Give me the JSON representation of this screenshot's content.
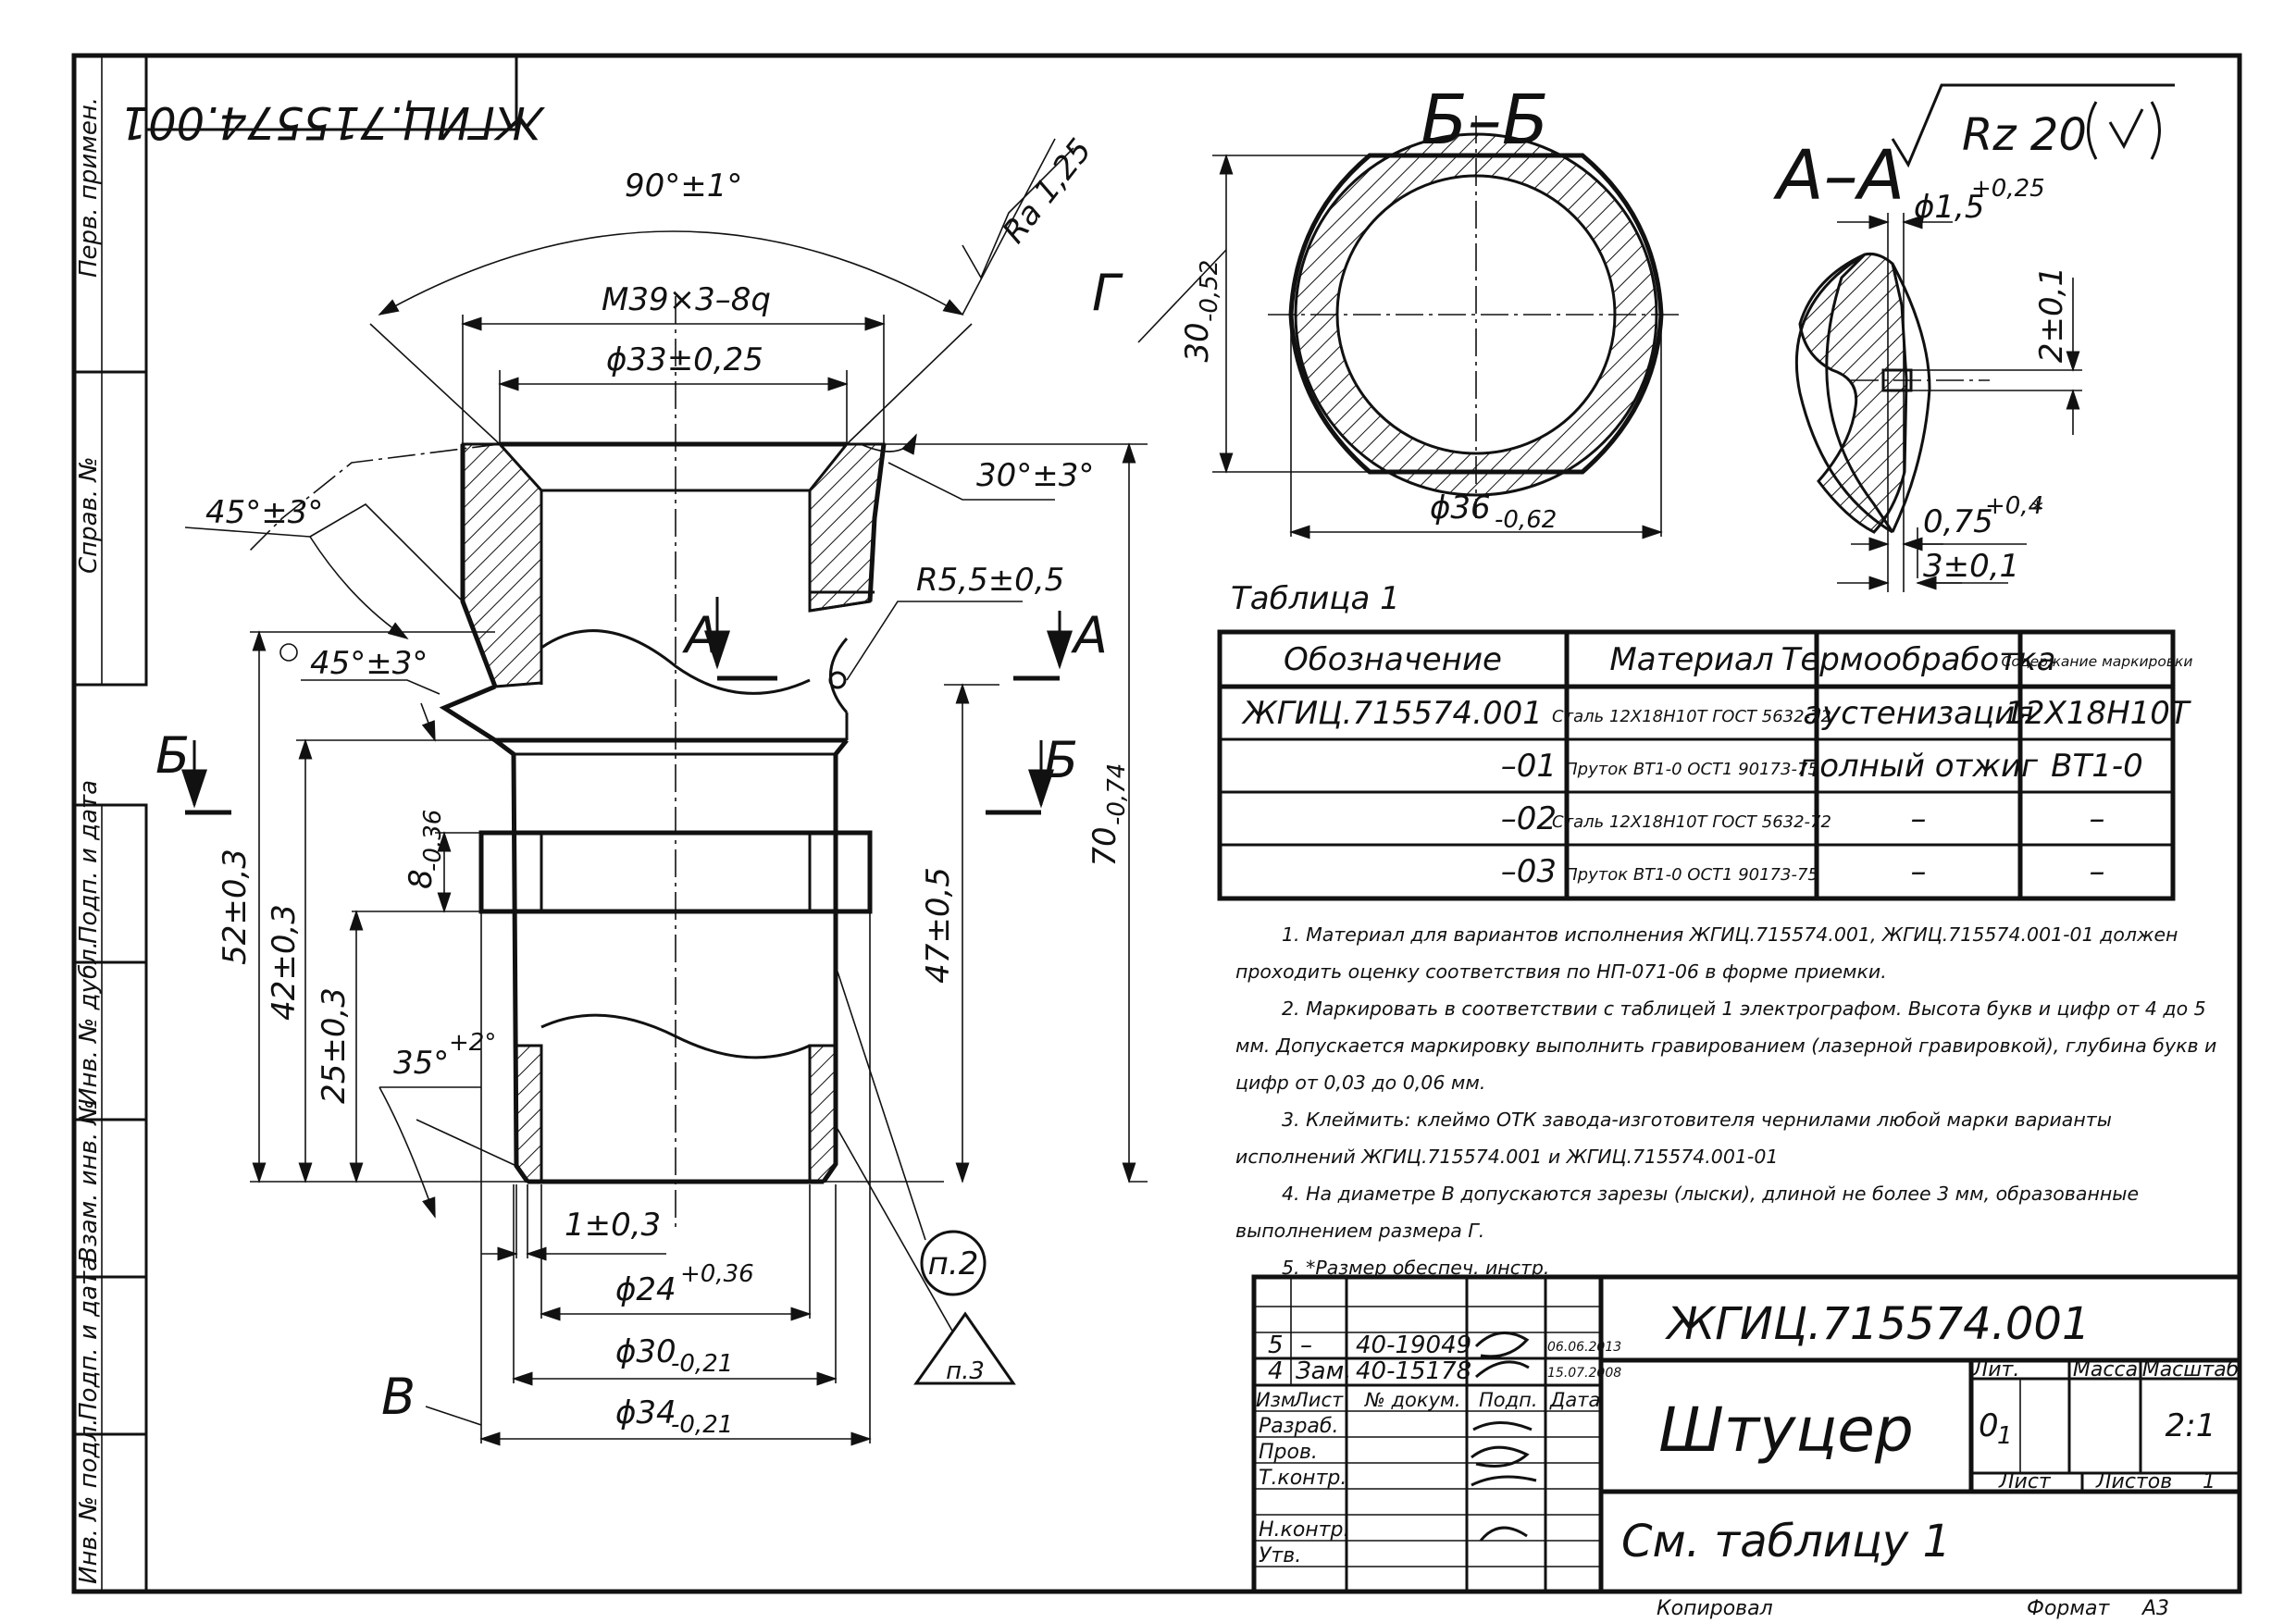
{
  "drawing_number": "ЖГИЦ.715574.001",
  "part_name": "Штуцер",
  "material_ref": "См. таблицу 1",
  "roughness_general": "Rz 20",
  "roughness_surface": "Ra 1,25",
  "side_stamps": [
    "Перв. примен.",
    "Справ. №",
    "Подп. и дата",
    "Инв. № дубл.",
    "Взам. инв. №",
    "Подп. и дата",
    "Инв. № подл."
  ],
  "sections": {
    "bb": "Б–Б",
    "aa": "А–А",
    "a_mark": "А",
    "b_mark": "Б",
    "v_mark": "В",
    "g_mark": "Г"
  },
  "dimensions": {
    "angle_top": "90°±1°",
    "thread": "М39×3–8q",
    "d33": "ϕ33±0,25",
    "chamfer_30": "30°±3°",
    "chamfer_45_upper": "45°±3°",
    "chamfer_45_lower": "45°±3°",
    "radius": "R5,5±0,5",
    "len_52": "52±0,3",
    "len_42": "42±0,3",
    "len_25": "25±0,3",
    "len_8": "8",
    "len_8_tol": "-0,36",
    "len_47": "47±0,5",
    "len_70": "70",
    "len_70_tol": "-0,74",
    "angle_35": "35°",
    "angle_35_tol": "+2°",
    "len_1": "1±0,3",
    "d24": "ϕ24",
    "d24_tol": "+0,36",
    "d30": "ϕ30",
    "d30_tol": "-0,21",
    "d34": "ϕ34",
    "d34_tol": "-0,21",
    "bb_30": "30",
    "bb_30_tol": "-0,52",
    "bb_d36": "ϕ36",
    "bb_d36_tol": "-0,62",
    "aa_d15": "ϕ1,5",
    "aa_d15_tol": "+0,25",
    "aa_2": "2±0,1",
    "aa_075": "0,75",
    "aa_075_tol": "+0,4",
    "aa_3": "3±0,1",
    "note_p2": "п.2",
    "note_p3": "п.3"
  },
  "table1": {
    "caption": "Таблица 1",
    "headers": [
      "Обозначение",
      "Материал",
      "Термообработка",
      "Содержание маркировки"
    ],
    "rows": [
      [
        "ЖГИЦ.715574.001",
        "Сталь 12Х18Н10Т ГОСТ 5632-72",
        "аустенизация",
        "12Х18Н10Т"
      ],
      [
        "–01",
        "Пруток ВТ1-0 ОСТ1 90173-75",
        "полный отжиг",
        "ВТ1-0"
      ],
      [
        "–02",
        "Сталь 12Х18Н10Т ГОСТ 5632-72",
        "–",
        "–"
      ],
      [
        "–03",
        "Пруток ВТ1-0 ОСТ1 90173-75",
        "–",
        "–"
      ]
    ]
  },
  "notes": [
    "1. Материал для вариантов исполнения ЖГИЦ.715574.001, ЖГИЦ.715574.001-01 должен проходить оценку соответствия по НП-071-06 в форме приемки.",
    "2. Маркировать в соответствии с таблицей 1 электрографом. Высота букв и цифр от 4 до 5 мм. Допускается маркировку выполнить гравированием (лазерной гравировкой), глубина букв и цифр от 0,03 до 0,06 мм.",
    "3. Клеймить: клеймо ОТК завода-изготовителя чернилами любой марки варианты исполнений ЖГИЦ.715574.001 и ЖГИЦ.715574.001-01",
    "4. На диаметре В допускаются зарезы (лыски), длиной не более 3 мм, образованные выполнением размера Г.",
    "5. *Размер обеспеч. инстр."
  ],
  "title_block": {
    "rev_rows": [
      [
        "5",
        "–",
        "40-19049",
        "",
        "06.06.2013"
      ],
      [
        "4",
        "Зам.",
        "40-15178",
        "",
        "15.07.2008"
      ]
    ],
    "rev_headers": [
      "Изм",
      "Лист",
      "№ докум.",
      "Подп.",
      "Дата"
    ],
    "roles": [
      "Разраб.",
      "Пров.",
      "Т.контр.",
      "",
      "Н.контр.",
      "Утв."
    ],
    "lit_label": "Лит.",
    "lit_value": "0",
    "lit_sub": "1",
    "mass_label": "Масса",
    "scale_label": "Масштаб",
    "scale_value": "2:1",
    "sheet_label": "Лист",
    "sheets_label": "Листов",
    "sheets_value": "1",
    "copied": "Копировал",
    "format_label": "Формат",
    "format_value": "А3"
  }
}
